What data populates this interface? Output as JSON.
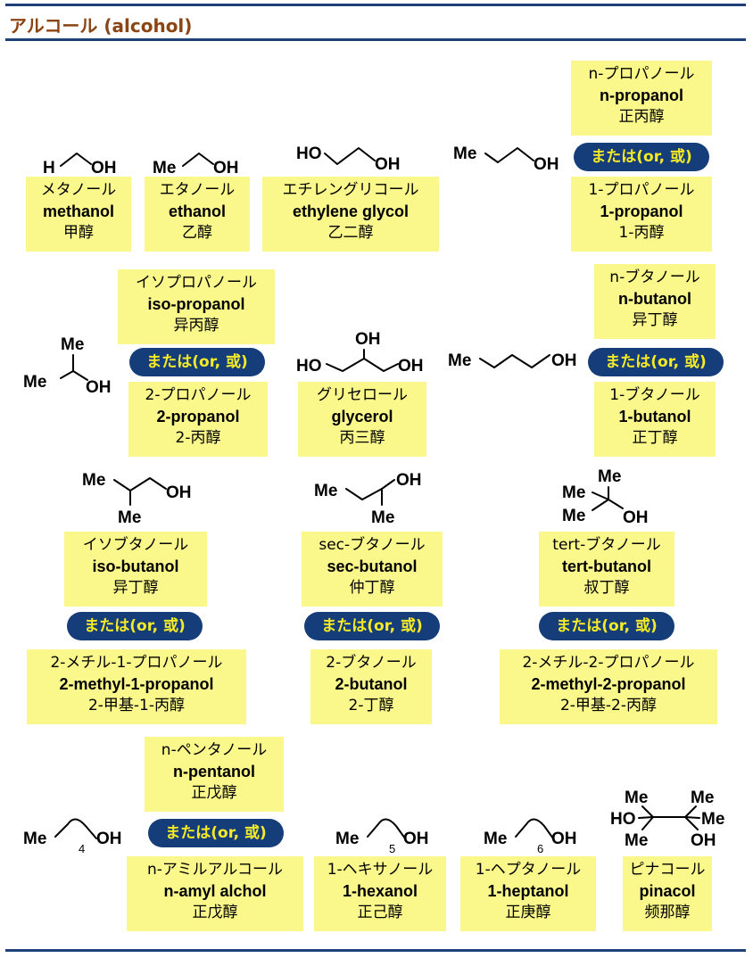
{
  "title": "アルコール (alcohol)",
  "or_label": "または(or, 或)",
  "atoms": {
    "H": "H",
    "OH": "OH",
    "HO": "HO",
    "Me": "Me",
    "n4": "4",
    "n5": "5",
    "n6": "6"
  },
  "compounds": {
    "methanol": {
      "ja": "メタノール",
      "en": "methanol",
      "cn": "甲醇"
    },
    "ethanol": {
      "ja": "エタノール",
      "en": "ethanol",
      "cn": "乙醇"
    },
    "ethylene_glycol": {
      "ja": "エチレングリコール",
      "en": "ethylene glycol",
      "cn": "乙二醇"
    },
    "n_propanol": {
      "ja": "n-プロパノール",
      "en": "n-propanol",
      "cn": "正丙醇"
    },
    "propanol_1": {
      "ja": "1-プロパノール",
      "en": "1-propanol",
      "cn": "1-丙醇"
    },
    "iso_propanol": {
      "ja": "イソプロパノール",
      "en": "iso-propanol",
      "cn": "异丙醇"
    },
    "propanol_2": {
      "ja": "2-プロパノール",
      "en": "2-propanol",
      "cn": "2-丙醇"
    },
    "glycerol": {
      "ja": "グリセロール",
      "en": "glycerol",
      "cn": "丙三醇"
    },
    "n_butanol": {
      "ja": "n-ブタノール",
      "en": "n-butanol",
      "cn": "异丁醇"
    },
    "butanol_1": {
      "ja": "1-ブタノール",
      "en": "1-butanol",
      "cn": "正丁醇"
    },
    "iso_butanol": {
      "ja": "イソブタノール",
      "en": "iso-butanol",
      "cn": "异丁醇"
    },
    "methyl_1_propanol": {
      "ja": "2-メチル-1-プロパノール",
      "en": "2-methyl-1-propanol",
      "cn": "2-甲基-1-丙醇"
    },
    "sec_butanol": {
      "ja": "sec-ブタノール",
      "en": "sec-butanol",
      "cn": "仲丁醇"
    },
    "butanol_2": {
      "ja": "2-ブタノール",
      "en": "2-butanol",
      "cn": "2-丁醇"
    },
    "tert_butanol": {
      "ja": "tert-ブタノール",
      "en": "tert-butanol",
      "cn": "叔丁醇"
    },
    "methyl_2_propanol": {
      "ja": "2-メチル-2-プロパノール",
      "en": "2-methyl-2-propanol",
      "cn": "2-甲基-2-丙醇"
    },
    "n_pentanol": {
      "ja": "n-ペンタノール",
      "en": "n-pentanol",
      "cn": "正戊醇"
    },
    "n_amyl": {
      "ja": "n-アミルアルコール",
      "en": "n-amyl alchol",
      "cn": "正戊醇"
    },
    "hexanol_1": {
      "ja": "1-ヘキサノール",
      "en": "1-hexanol",
      "cn": "正己醇"
    },
    "heptanol_1": {
      "ja": "1-ヘプタノール",
      "en": "1-heptanol",
      "cn": "正庚醇"
    },
    "pinacol": {
      "ja": "ピナコール",
      "en": "pinacol",
      "cn": "频那醇"
    }
  }
}
